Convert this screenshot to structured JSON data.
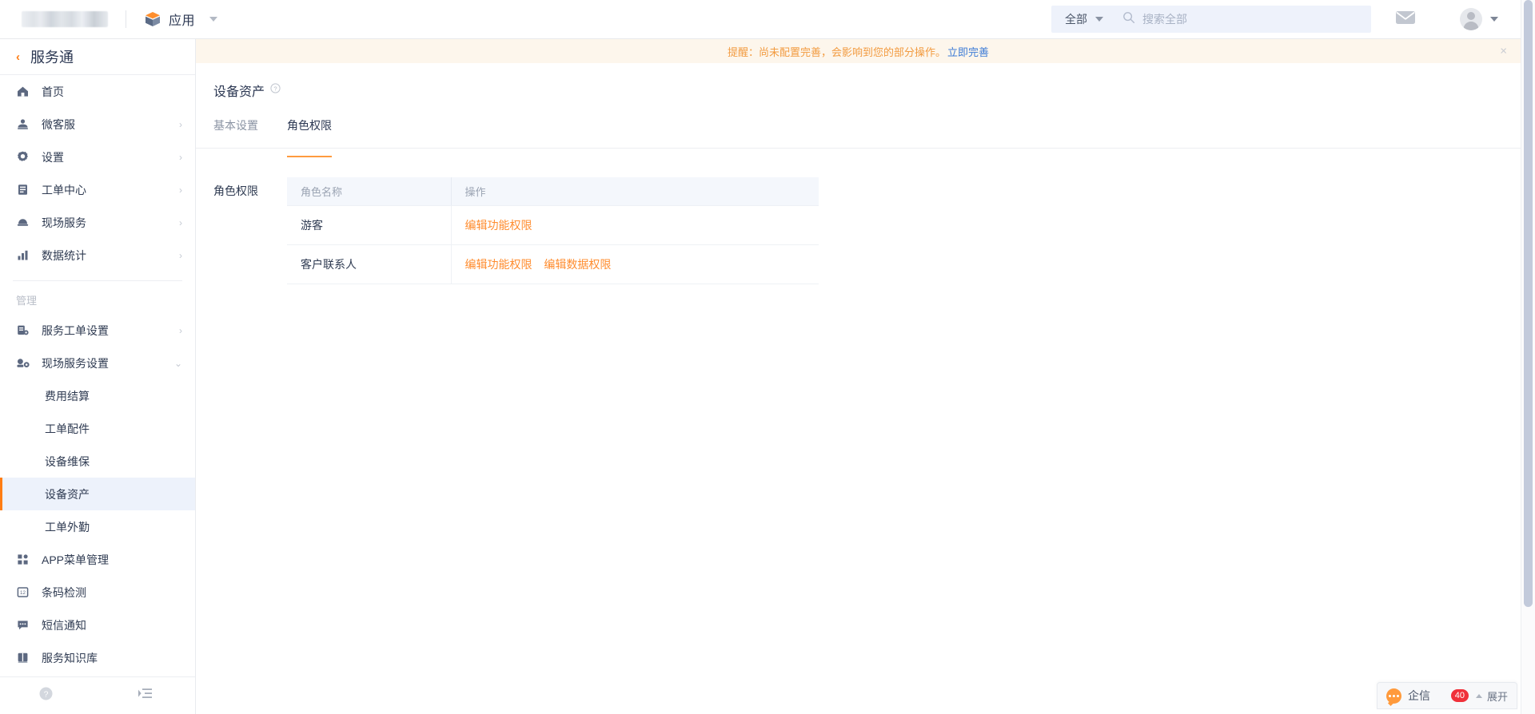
{
  "topbar": {
    "app_entry_label": "应用",
    "cube_icon": "cube-icon",
    "caret_icon": "chevron-down-icon",
    "search": {
      "scope_label": "全部",
      "placeholder": "搜索全部",
      "value": "",
      "search_icon": "search-icon"
    },
    "mail_icon": "mail-icon",
    "avatar_icon": "avatar",
    "accent": "#ff7d13"
  },
  "notice": {
    "text": "提醒：尚未配置完善，会影响到您的部分操作。",
    "link": "立即完善",
    "close": "×",
    "bg": "#fdf6ec",
    "color": "#f29b40",
    "link_color": "#3c7bd6"
  },
  "sidebar": {
    "title": "服务通",
    "back_icon": "chevron-left-icon",
    "items": [
      {
        "label": "首页",
        "icon": "home-icon",
        "arrow": "",
        "level": "top",
        "active": false
      },
      {
        "label": "微客服",
        "icon": "headset-icon",
        "arrow": "›",
        "level": "top",
        "active": false
      },
      {
        "label": "设置",
        "icon": "gear-icon",
        "arrow": "›",
        "level": "top",
        "active": false
      },
      {
        "label": "工单中心",
        "icon": "clipboard-icon",
        "arrow": "›",
        "level": "top",
        "active": false
      },
      {
        "label": "现场服务",
        "icon": "helmet-icon",
        "arrow": "›",
        "level": "top",
        "active": false
      },
      {
        "label": "数据统计",
        "icon": "bar-chart-icon",
        "arrow": "›",
        "level": "top",
        "active": false
      }
    ],
    "group_label": "管理",
    "manage_items": [
      {
        "label": "服务工单设置",
        "icon": "ticket-settings-icon",
        "arrow": "›",
        "level": "top",
        "active": false
      },
      {
        "label": "现场服务设置",
        "icon": "service-gear-icon",
        "arrow": "⌄",
        "level": "top",
        "active": false
      },
      {
        "label": "费用结算",
        "icon": "",
        "arrow": "",
        "level": "sub",
        "active": false
      },
      {
        "label": "工单配件",
        "icon": "",
        "arrow": "",
        "level": "sub",
        "active": false
      },
      {
        "label": "设备维保",
        "icon": "",
        "arrow": "",
        "level": "sub",
        "active": false
      },
      {
        "label": "设备资产",
        "icon": "",
        "arrow": "",
        "level": "sub",
        "active": true
      },
      {
        "label": "工单外勤",
        "icon": "",
        "arrow": "",
        "level": "sub",
        "active": false
      },
      {
        "label": "APP菜单管理",
        "icon": "grid-icon",
        "arrow": "",
        "level": "top",
        "active": false
      },
      {
        "label": "条码检测",
        "icon": "barcode-icon",
        "arrow": "",
        "level": "top",
        "active": false
      },
      {
        "label": "短信通知",
        "icon": "message-icon",
        "arrow": "",
        "level": "top",
        "active": false
      },
      {
        "label": "服务知识库",
        "icon": "book-icon",
        "arrow": "",
        "level": "top",
        "active": false
      }
    ],
    "footer": {
      "help_icon": "help-circle-icon",
      "collapse_icon": "collapse-menu-icon"
    }
  },
  "main": {
    "page_title": "设备资产",
    "title_help_icon": "help-circle-icon",
    "tabs": [
      {
        "label": "基本设置",
        "active": false
      },
      {
        "label": "角色权限",
        "active": true
      }
    ],
    "section_label": "角色权限",
    "table": {
      "headers": [
        "角色名称",
        "操作"
      ],
      "rows": [
        {
          "name": "游客",
          "actions": [
            "编辑功能权限"
          ]
        },
        {
          "name": "客户联系人",
          "actions": [
            "编辑功能权限",
            "编辑数据权限"
          ]
        }
      ],
      "header_bg": "#f4f7fc",
      "link_color": "#ff8c2e"
    }
  },
  "chat_widget": {
    "label": "企信",
    "badge": "40",
    "expand_label": "展开",
    "bubble_icon": "chat-bubble-icon",
    "caret_icon": "chevron-up-icon",
    "badge_color": "#f0303a"
  }
}
